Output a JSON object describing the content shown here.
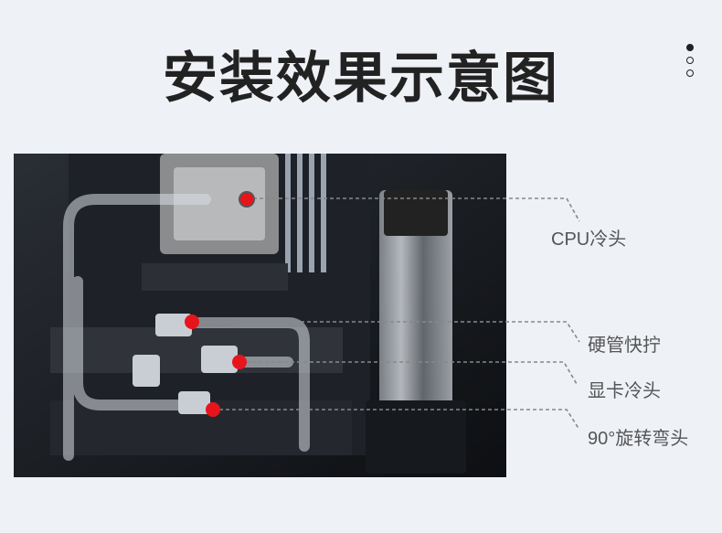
{
  "title": "安装效果示意图",
  "pager": {
    "count": 3,
    "active": 1
  },
  "callouts": [
    {
      "label": "CPU冷头"
    },
    {
      "label": "硬管快拧"
    },
    {
      "label": "显卡冷头"
    },
    {
      "label": "90°旋转弯头"
    }
  ],
  "colors": {
    "marker": "#e8141c",
    "leader": "#888888",
    "text": "#555555",
    "title": "#222222",
    "background": "#eef1f6"
  }
}
